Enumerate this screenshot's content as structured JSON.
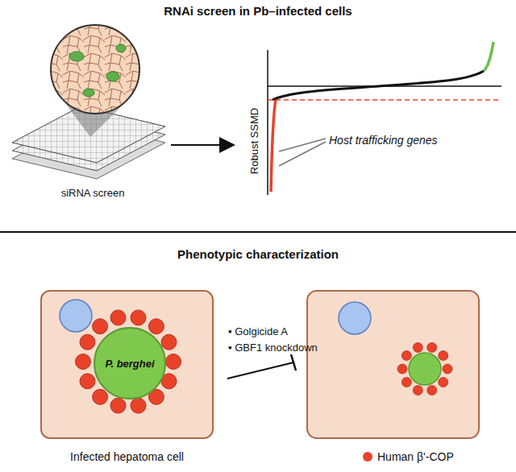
{
  "diagram": {
    "title": "RNAi screen in Pb–infected cells",
    "nodes": [
      {
        "text": [
          "Infected hepatoma cell"
        ]
      },
      {
        "text": [
          "P. berghei"
        ],
        "in": 0
      }
    ],
    "labels": [
      "Phenotypic characterization",
      "siRNA screen",
      "Robust SSMD",
      "Host trafficking genes",
      "▪ Golgicide A",
      "▪ GBF1 knockdown"
    ],
    "legend": [
      {
        "text": "Human β'-COP",
        "color": "#e8432a"
      }
    ]
  }
}
